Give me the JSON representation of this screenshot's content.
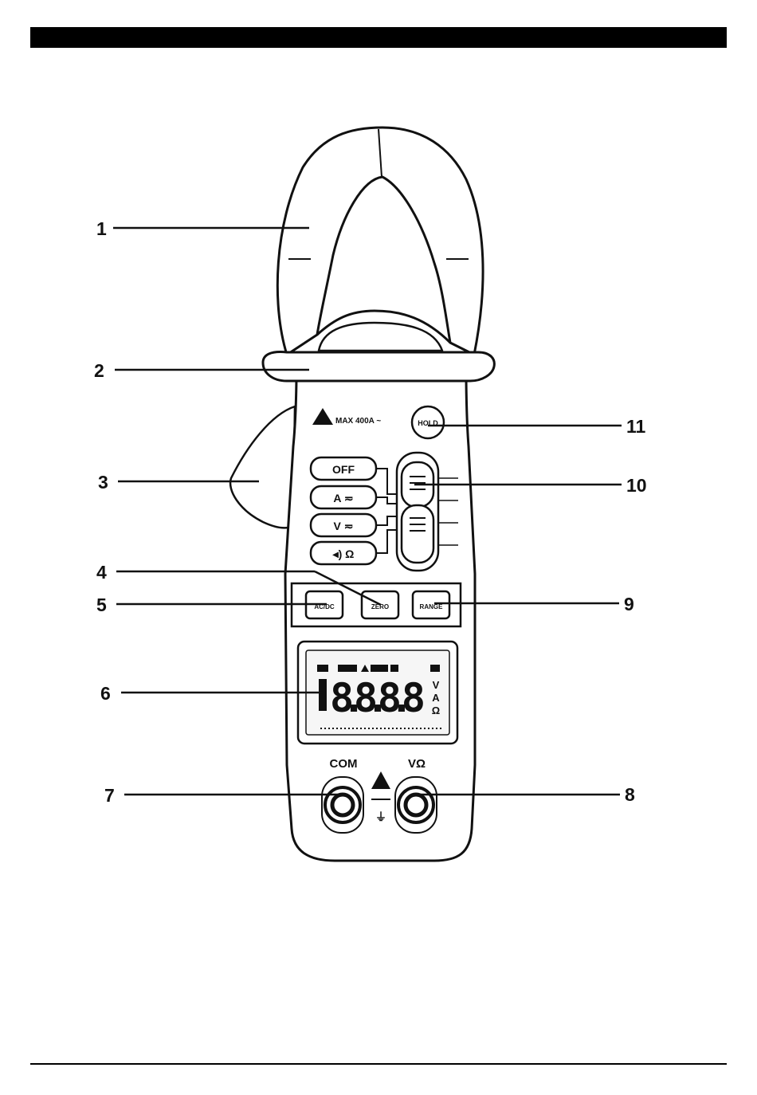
{
  "callouts": {
    "c1": "1",
    "c2": "2",
    "c3": "3",
    "c4": "4",
    "c5": "5",
    "c6": "6",
    "c7": "7",
    "c8": "8",
    "c9": "9",
    "c10": "10",
    "c11": "11"
  },
  "device": {
    "warning_label": "MAX 400A ~",
    "hold_label": "HOLD",
    "rotary_positions": [
      "OFF",
      "A ≂",
      "V ≂",
      "◂) Ω"
    ],
    "buttons": {
      "acdc": "AC/DC",
      "zero": "ZERO",
      "range": "RANGE"
    },
    "lcd": {
      "digits": "8.8.8.8",
      "units": [
        "V",
        "A",
        "Ω"
      ]
    },
    "terminals": {
      "com": "COM",
      "vohm": "VΩ",
      "ground_symbol": "⏚"
    }
  }
}
